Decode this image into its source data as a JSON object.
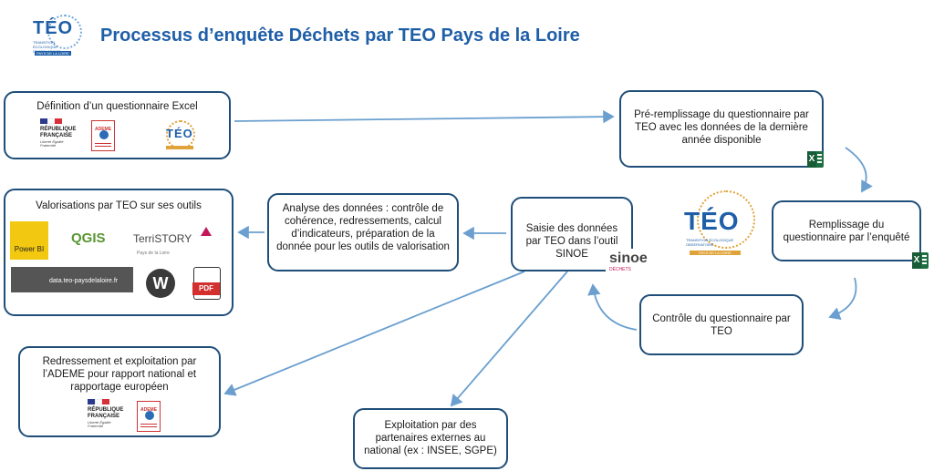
{
  "header": {
    "title": "Processus d’enquête Déchets par TEO Pays de la Loire",
    "logo": {
      "text": "TÉO",
      "subtitle": "TRANSITION ÉCOLOGIQUE OBSERVATOIRE",
      "tagline": "PAYS DE LA LOIRE"
    }
  },
  "boxes": {
    "definition": {
      "label": "Définition d’un questionnaire Excel"
    },
    "preremplissage": {
      "label": "Pré-remplissage du questionnaire par TEO avec les données de la dernière année disponible"
    },
    "remplissage": {
      "label": "Remplissage du questionnaire par l’enquêté"
    },
    "controle": {
      "label": "Contrôle du questionnaire par TEO"
    },
    "saisie": {
      "label": "Saisie des données par TEO dans l’outil SINOE"
    },
    "analyse": {
      "label": "Analyse des données : contrôle de cohérence, redressements, calcul d’indicateurs, préparation de la donnée pour les outils de valorisation"
    },
    "valorisations": {
      "label": "Valorisations par TEO sur ses outils"
    },
    "redressement": {
      "label": "Redressement et exploitation par l’ADEME pour rapport national et rapportage européen"
    },
    "exploitation": {
      "label": "Exploitation par des partenaires externes au national (ex : INSEE, SGPE)"
    }
  },
  "logos": {
    "republique": {
      "line1": "RÉPUBLIQUE",
      "line2": "FRANÇAISE",
      "motto": "Liberté Égalité Fraternité"
    },
    "ademe": {
      "text": "ADEME"
    },
    "teo_small": {
      "text": "TÉO"
    },
    "teo_big": {
      "text": "TÉO",
      "subtitle": "TRANSITION ÉCOLOGIQUE OBSERVATOIRE",
      "tagline": "PAYS DE LA LOIRE"
    },
    "sinoe": {
      "text": "sinoe",
      "sub": "DÉCHETS"
    },
    "excel": {
      "text": "X"
    },
    "powerbi": {
      "text": "Power BI"
    },
    "qgis": {
      "text": "QGIS"
    },
    "territory": {
      "text": "TerriSTORY",
      "sub": "Pays de la Loire"
    },
    "dataportal": {
      "text": "data.teo-paysdelaloire.fr"
    },
    "wordpress": {
      "text": "W"
    },
    "pdf": {
      "text": "PDF"
    }
  },
  "colors": {
    "border": "#1f4e79",
    "arrow": "#6a9fcf",
    "title": "#1f5fa8",
    "excel": "#1d6f42",
    "teo_gold": "#e0a33a"
  }
}
